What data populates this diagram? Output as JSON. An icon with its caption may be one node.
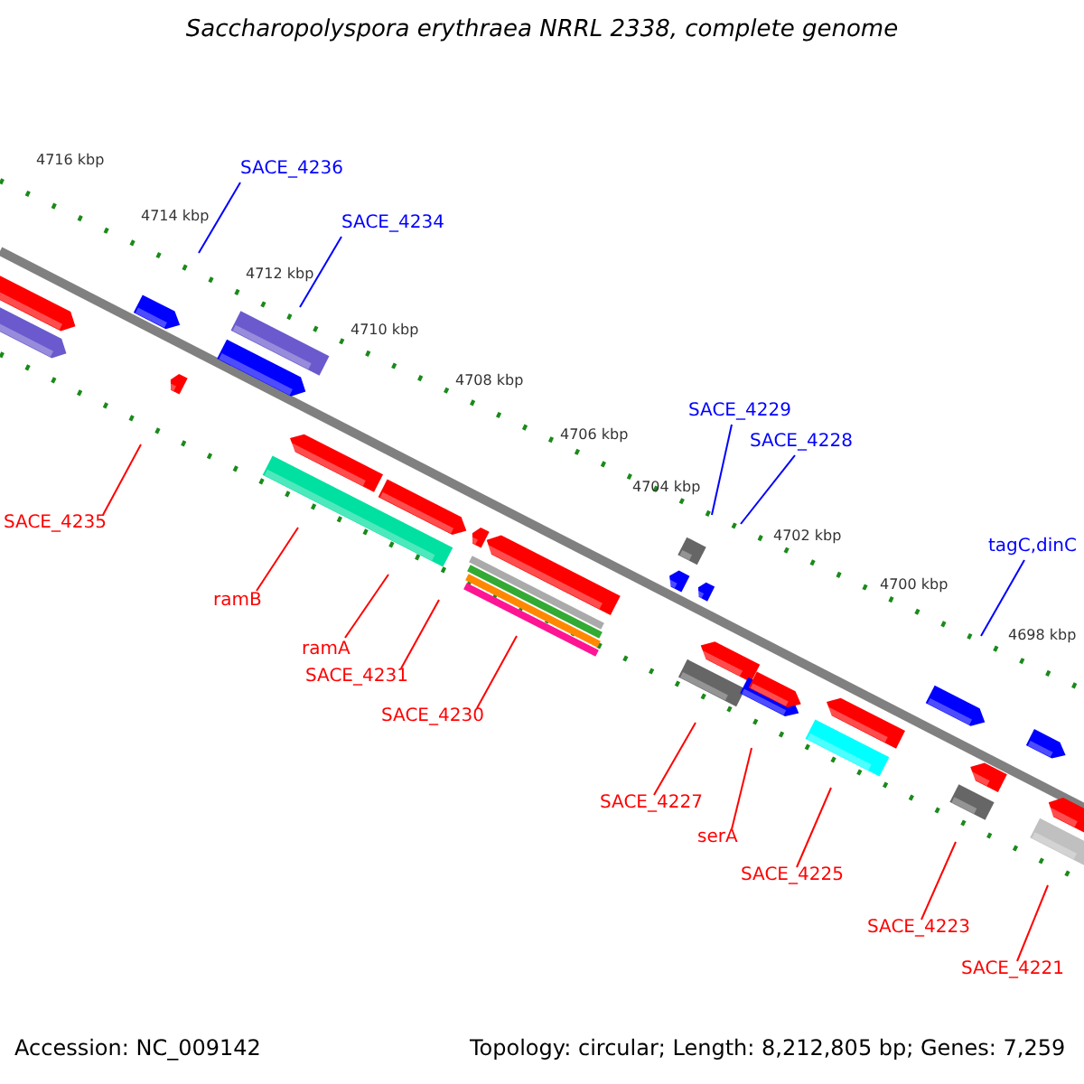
{
  "diagram": {
    "title": "Saccharopolyspora erythraea NRRL 2338, complete genome",
    "nodes": [
      {
        "text": [
          "SACE_4236"
        ]
      },
      {
        "text": [
          "SACE_4234"
        ]
      },
      {
        "text": [
          "SACE_4229"
        ]
      },
      {
        "text": [
          "SACE_4228"
        ]
      },
      {
        "text": [
          "tagC,dinC"
        ]
      },
      {
        "text": [
          "SACE_4235"
        ]
      },
      {
        "text": [
          "ramB"
        ]
      },
      {
        "text": [
          "ramA"
        ]
      },
      {
        "text": [
          "SACE_4231"
        ]
      },
      {
        "text": [
          "SACE_4230"
        ]
      },
      {
        "text": [
          "SACE_4227"
        ]
      },
      {
        "text": [
          "serA"
        ]
      },
      {
        "text": [
          "SACE_4225"
        ]
      },
      {
        "text": [
          "SACE_4223"
        ]
      },
      {
        "text": [
          "SACE_4221"
        ]
      }
    ],
    "edges": [
      {
        "from": 0,
        "to": null,
        "arrow": "none",
        "color": "#0000ff"
      },
      {
        "from": 1,
        "to": null,
        "arrow": "none",
        "color": "#0000ff"
      },
      {
        "from": 2,
        "to": null,
        "arrow": "none",
        "color": "#0000ff"
      },
      {
        "from": 3,
        "to": null,
        "arrow": "none",
        "color": "#0000ff"
      },
      {
        "from": 4,
        "to": null,
        "arrow": "none",
        "color": "#0000ff"
      },
      {
        "from": 5,
        "to": null,
        "arrow": "none"
      },
      {
        "from": 6,
        "to": null,
        "arrow": "none"
      },
      {
        "from": 7,
        "to": null,
        "arrow": "none"
      },
      {
        "from": 8,
        "to": null,
        "arrow": "none"
      },
      {
        "from": 9,
        "to": null,
        "arrow": "none"
      },
      {
        "from": 10,
        "to": null,
        "arrow": "none"
      },
      {
        "from": 11,
        "to": null,
        "arrow": "none"
      },
      {
        "from": 12,
        "to": null,
        "arrow": "none"
      },
      {
        "from": 13,
        "to": null,
        "arrow": "none"
      },
      {
        "from": 14,
        "to": null,
        "arrow": "none"
      }
    ],
    "labels": [
      "4716 kbp",
      "4714 kbp",
      "4712 kbp",
      "4710 kbp",
      "4708 kbp",
      "4706 kbp",
      "4704 kbp",
      "4702 kbp",
      "4700 kbp",
      "4698 kbp",
      "Accession: NC_009142",
      "Topology: circular; Length: 8,212,805 bp; Genes: 7,259"
    ]
  }
}
